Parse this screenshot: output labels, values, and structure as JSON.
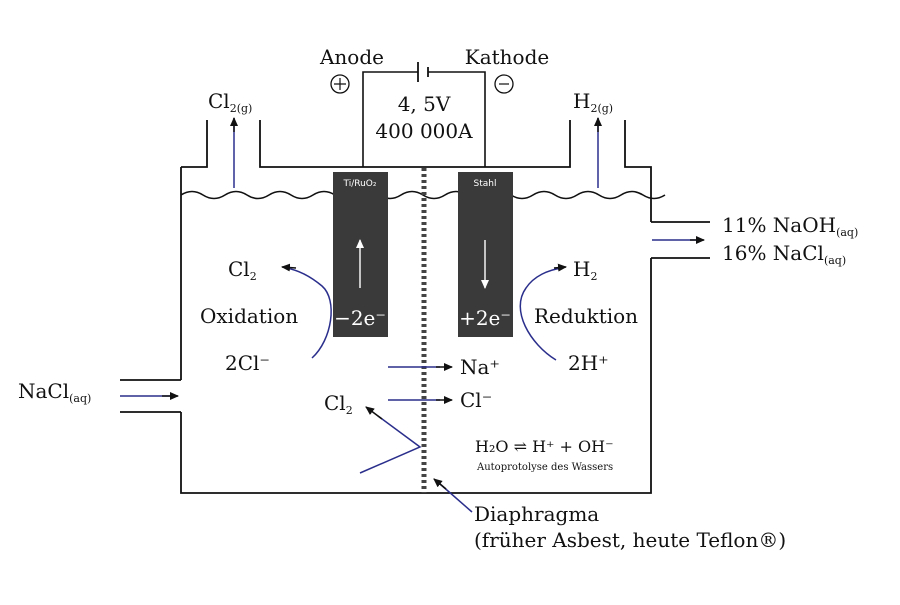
{
  "labels": {
    "anode": "Anode",
    "kathode": "Kathode",
    "plus_sign": "⊕",
    "minus_sign": "⊖",
    "voltage": "4, 5V",
    "current": "400 000A",
    "cl2_gas_main": "Cl",
    "cl2_gas_sub": "2(g)",
    "h2_gas_main": "H",
    "h2_gas_sub": "2(g)",
    "anode_material": "Ti/RuO₂",
    "cathode_material": "Stahl",
    "outlet_naoh_pre": "11% NaOH",
    "outlet_naoh_sub": "(aq)",
    "outlet_nacl_pre": "16% NaCl",
    "outlet_nacl_sub": "(aq)",
    "cl2_anode_main": "Cl",
    "cl2_anode_sub": "2",
    "oxidation": "Oxidation",
    "anode_electrons": "−2e⁻",
    "two_cl": "2Cl⁻",
    "h2_cathode_main": "H",
    "h2_cathode_sub": "2",
    "reduktion": "Reduktion",
    "cathode_electrons": "+2e⁻",
    "two_h": "2H⁺",
    "inlet_main": "NaCl",
    "inlet_sub": "(aq)",
    "na_plus": "Na⁺",
    "cl_minus": "Cl⁻",
    "cl2_lower_main": "Cl",
    "cl2_lower_sub": "2",
    "water_equation": "H₂O ⇌ H⁺ + OH⁻",
    "autoprotolyse": "Autoprotolyse des Wassers",
    "diaphragma": "Diaphragma",
    "diaphragma_note": "(früher Asbest, heute Teflon®)"
  },
  "colors": {
    "line": "#111111",
    "electrode": "#3a3a3a",
    "flow_arrow": "#2b2f8c",
    "text": "#111111"
  }
}
